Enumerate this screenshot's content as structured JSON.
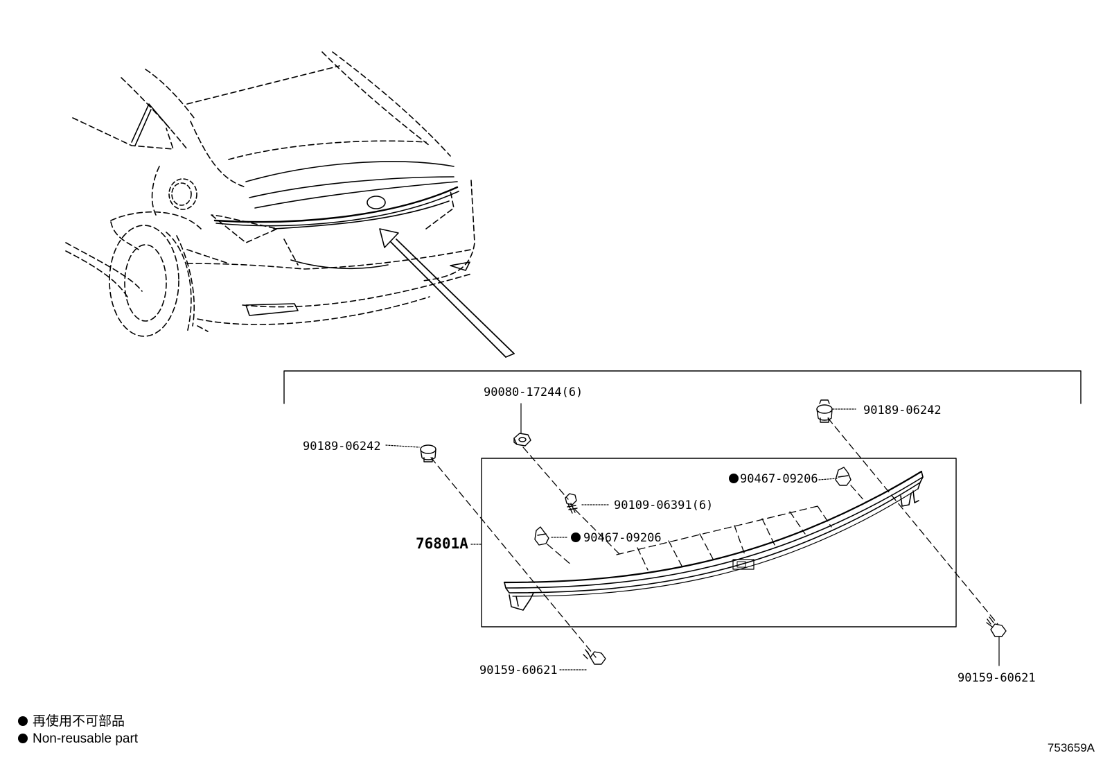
{
  "callouts": {
    "nut_17244": "90080-17244(6)",
    "clip_upper_right": "90189-06242",
    "clip_left": "90189-06242",
    "retainer_upper": "90467-09206",
    "bolt_06391": "90109-06391(6)",
    "retainer_lower": "90467-09206",
    "garnish_part": "76801A",
    "screw_left": "90159-60621",
    "screw_right": "90159-60621"
  },
  "legend": {
    "jp_label": "再使用不可部品",
    "en_label": "Non-reusable part"
  },
  "drawing_number": "753659A"
}
